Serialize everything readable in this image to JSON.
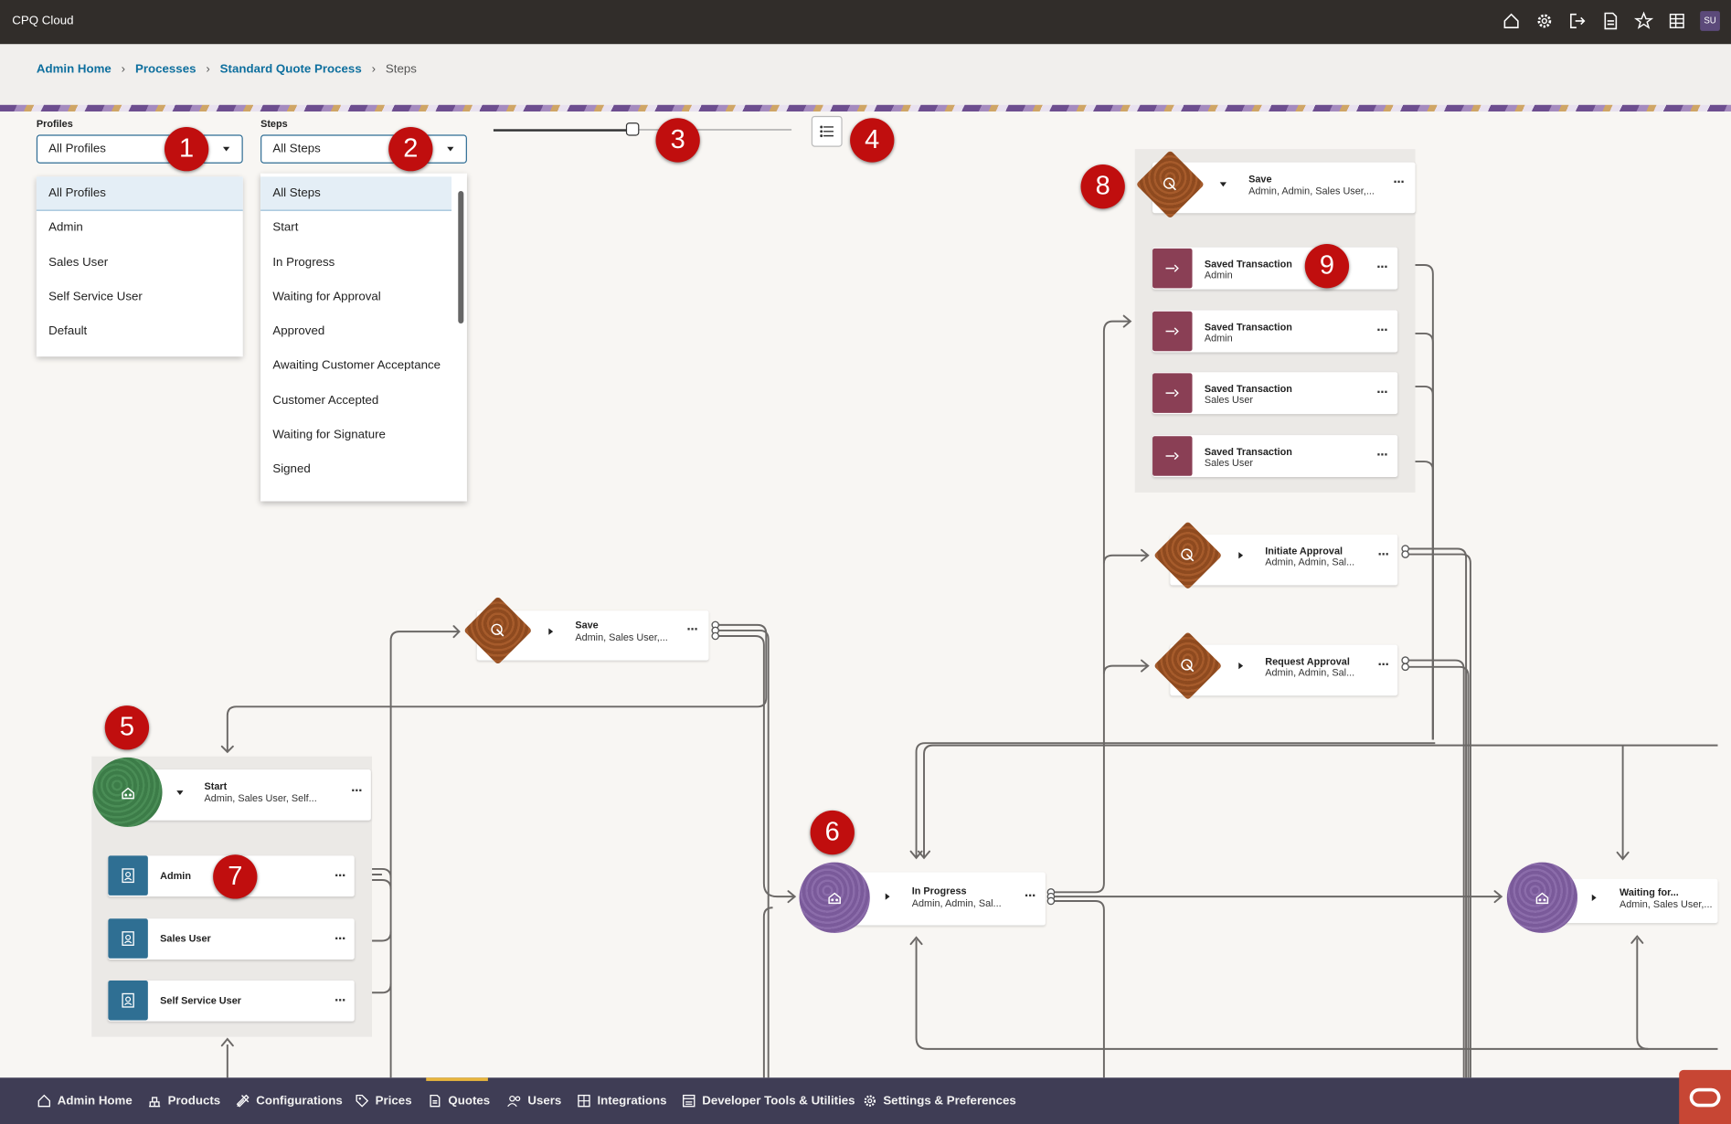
{
  "app": {
    "title": "CPQ Cloud",
    "user_initials": "SU"
  },
  "header_icons": [
    "home-icon",
    "gear-icon",
    "sign-out-icon",
    "document-icon",
    "star-icon",
    "table-icon"
  ],
  "breadcrumb": [
    "Admin Home",
    "Processes",
    "Standard Quote Process",
    "Steps"
  ],
  "filters": {
    "profiles_label": "Profiles",
    "profiles_value": "All Profiles",
    "profiles_options": [
      "All Profiles",
      "Admin",
      "Sales User",
      "Self Service User",
      "Default"
    ],
    "steps_label": "Steps",
    "steps_value": "All Steps",
    "steps_options": [
      "All Steps",
      "Start",
      "In Progress",
      "Waiting for Approval",
      "Approved",
      "Awaiting Customer Acceptance",
      "Customer Accepted",
      "Waiting for Signature",
      "Signed"
    ]
  },
  "callouts": [
    "1",
    "2",
    "3",
    "4",
    "5",
    "6",
    "7",
    "8",
    "9"
  ],
  "nodes": {
    "save_group": {
      "title": "Save",
      "sub": "Admin, Admin, Sales User,..."
    },
    "saved_transactions": [
      {
        "title": "Saved Transaction",
        "sub": "Admin"
      },
      {
        "title": "Saved Transaction",
        "sub": "Admin"
      },
      {
        "title": "Saved Transaction",
        "sub": "Sales User"
      },
      {
        "title": "Saved Transaction",
        "sub": "Sales User"
      }
    ],
    "initiate_approval": {
      "title": "Initiate Approval",
      "sub": "Admin, Admin, Sal..."
    },
    "request_approval": {
      "title": "Request Approval",
      "sub": "Admin, Admin, Sal..."
    },
    "save_mid": {
      "title": "Save",
      "sub": "Admin, Sales User,..."
    },
    "start": {
      "title": "Start",
      "sub": "Admin, Sales User, Self..."
    },
    "start_profiles": [
      "Admin",
      "Sales User",
      "Self Service User"
    ],
    "in_progress": {
      "title": "In Progress",
      "sub": "Admin, Admin, Sal..."
    },
    "waiting": {
      "title": "Waiting for...",
      "sub": "Admin, Sales User,..."
    }
  },
  "more_glyph": "···",
  "bottom_nav": [
    "Admin Home",
    "Products",
    "Configurations",
    "Prices",
    "Quotes",
    "Users",
    "Integrations",
    "Developer Tools & Utilities",
    "Settings & Preferences"
  ],
  "active_nav": "Quotes",
  "colors": {
    "topbar": "#312d2a",
    "bottombar": "#3f3d55",
    "link": "#0e6f9e",
    "callout": "#c00e0e",
    "start_node": "#3f7f4b",
    "state_node": "#7a5a9a",
    "action_node": "#97522a",
    "transaction_node": "#8a3f55",
    "profile_node": "#2f6f93"
  }
}
